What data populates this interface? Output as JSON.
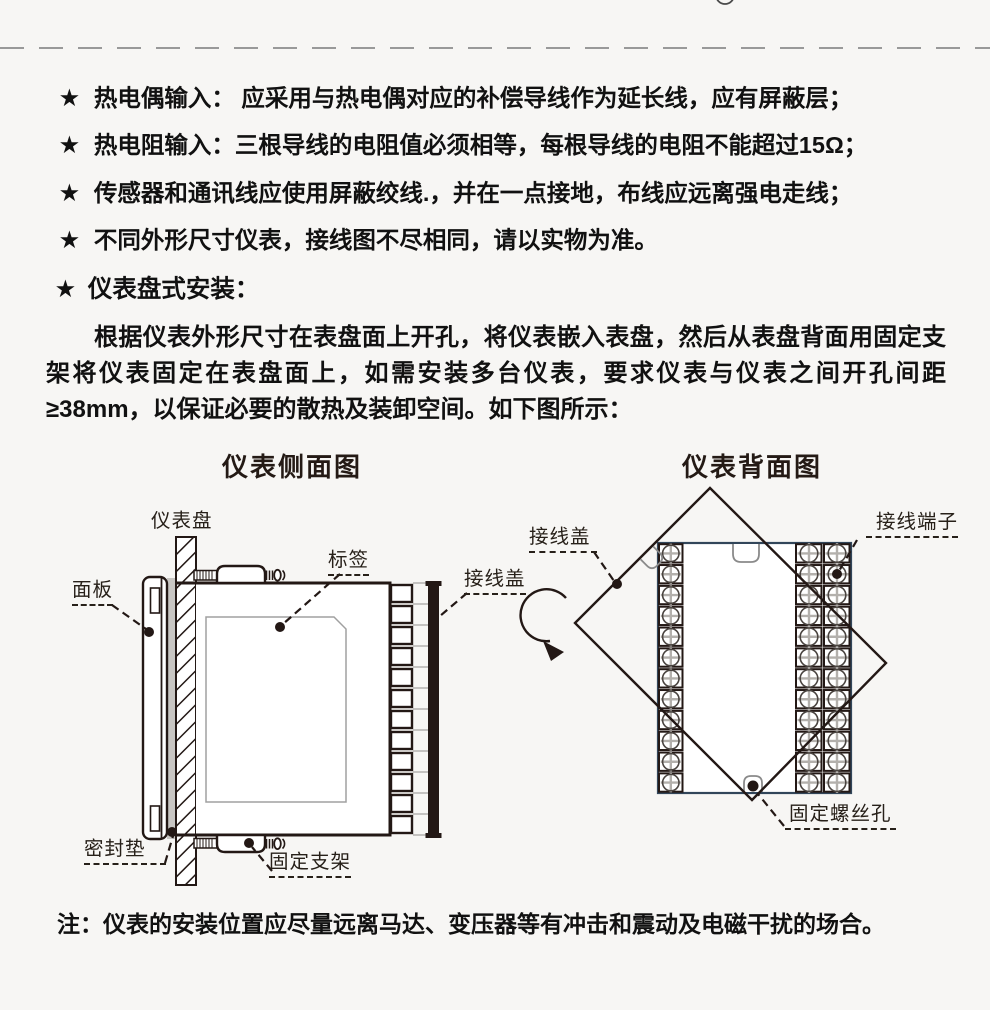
{
  "bullet_marker": "★",
  "bullets": [
    "热电偶输入： 应采用与热电偶对应的补偿导线作为延长线，应有屏蔽层；",
    "热电阻输入：三根导线的电阻值必须相等，每根导线的电阻不能超过15Ω；",
    "传感器和通讯线应使用屏蔽绞线.，并在一点接地，布线应远离强电走线；",
    "不同外形尺寸仪表，接线图不尽相同，请以实物为准。"
  ],
  "section": {
    "marker": "★",
    "heading": "仪表盘式安装：",
    "paragraph": "根据仪表外形尺寸在表盘面上开孔，将仪表嵌入表盘，然后从表盘背面用固定支架将仪表固定在表盘面上，如需安装多台仪表，要求仪表与仪表之间开孔间距≥38mm，以保证必要的散热及装卸空间。如下图所示："
  },
  "figures": {
    "side": {
      "title": "仪表侧面图",
      "labels": {
        "panel": "仪表盘",
        "bezel": "面板",
        "tag": "标签",
        "wiring_cover": "接线盖",
        "gasket": "密封垫",
        "bracket": "固定支架"
      }
    },
    "back": {
      "title": "仪表背面图",
      "labels": {
        "wiring_cover": "接线盖",
        "terminal": "接线端子",
        "screw_hole": "固定螺丝孔"
      }
    }
  },
  "note": "注：仪表的安装位置应尽量远离马达、变压器等有冲击和震动及电磁干扰的场合。",
  "colors": {
    "ink": "#231815",
    "back_panel_border": "#32465a",
    "divider": "#8c8c8c",
    "gasket_gray": "#c8c6c3",
    "screw_cross_gray": "#b3b0ac",
    "background": "#f7f6f4"
  }
}
